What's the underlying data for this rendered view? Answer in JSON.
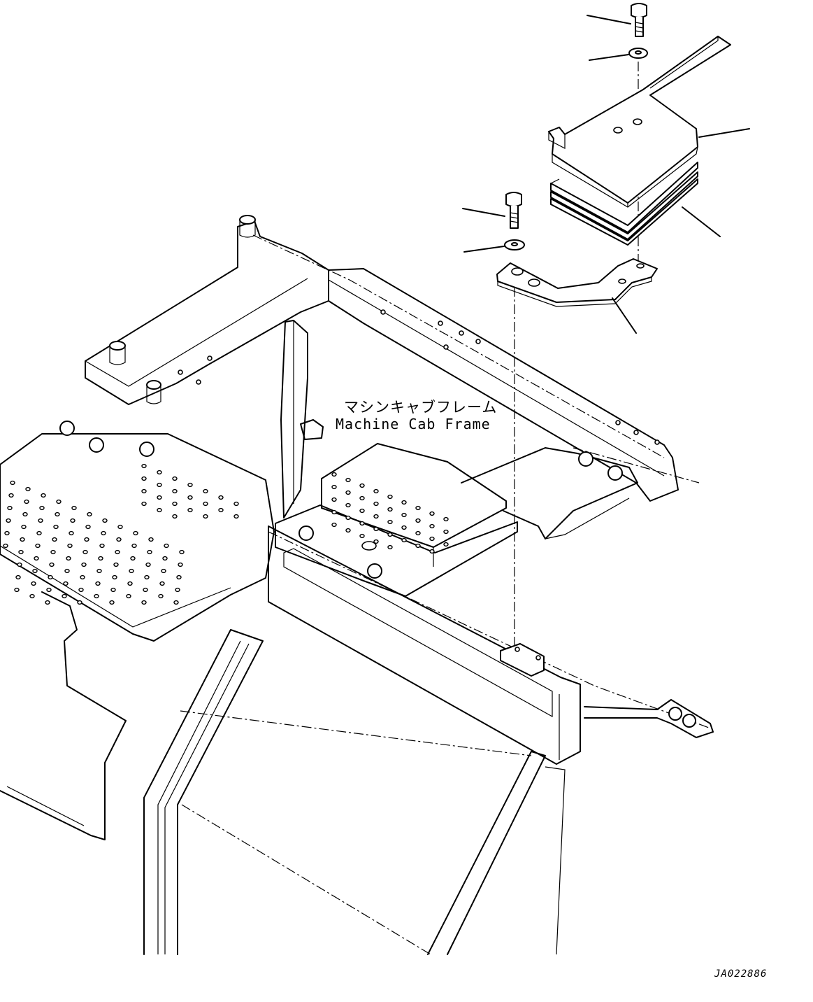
{
  "labels": {
    "part_name_jp": "マシンキャブフレーム",
    "part_name_en": "Machine Cab Frame"
  },
  "drawing_number": "JA022886",
  "components": [
    "bolt-upper",
    "washer-upper",
    "cover",
    "shim-stack",
    "bolt-lower",
    "washer-lower",
    "bracket",
    "cab-frame"
  ]
}
